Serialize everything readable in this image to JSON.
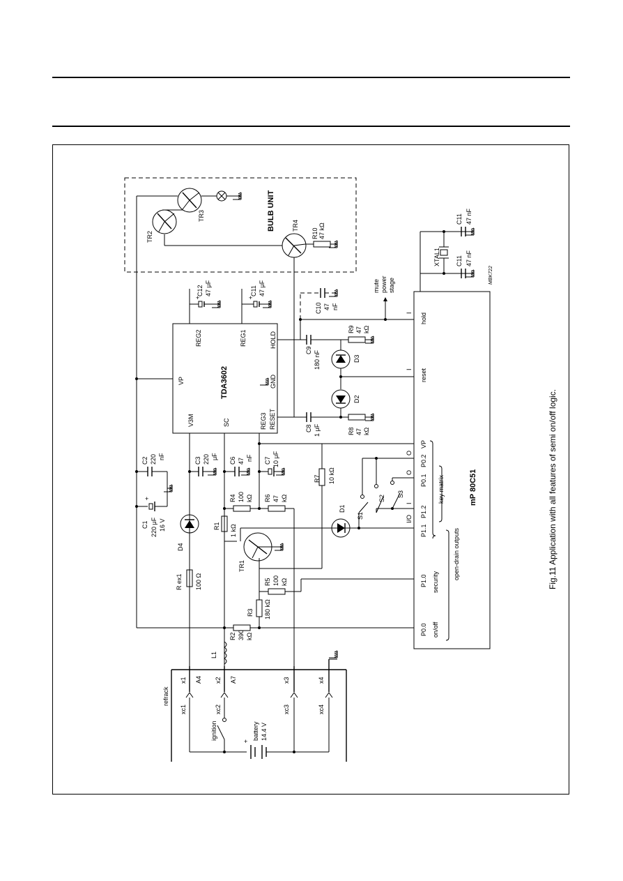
{
  "figure": {
    "caption": "Fig.11  Application with all features of semi on/off logic.",
    "code": "MBK722"
  },
  "ic": {
    "name": "TDA3602",
    "pins": {
      "vp": "VP",
      "v3m": "V3M",
      "reg2": "REG2",
      "reg1": "REG1",
      "hold": "HOLD",
      "gnd": "GND",
      "reset": "RESET",
      "reg3": "REG3",
      "sc": "SC"
    }
  },
  "mcu": {
    "name": "mP  80C51",
    "ports": {
      "p00": "P0.0",
      "p10": "P1.0",
      "p11": "P1.1",
      "p12": "P1.2",
      "p01": "P0.1",
      "p02": "P0.2",
      "vp": "VP",
      "reset": "reset",
      "hold": "hold"
    },
    "groups": {
      "onoff": "on/off",
      "security": "security",
      "opendrain": "open-drain outputs",
      "keymatrix": "key matrix"
    },
    "io": {
      "io_label": "I/O",
      "i": "I",
      "o": "O"
    }
  },
  "bulb": {
    "title": "BULB UNIT",
    "tr2": "TR2",
    "tr3": "TR3",
    "tr4": "TR4",
    "r10": "R10",
    "r10_val": "47 kΩ"
  },
  "connector": {
    "title": "refrack",
    "xc1": "xc1",
    "xc2": "xc2",
    "xc3": "xc3",
    "xc4": "xc4",
    "x1": "x1",
    "x2": "x2",
    "x3": "x3",
    "x4": "x4",
    "a4": "A4",
    "a7": "A7",
    "ignition": "ignition",
    "battery": "battery",
    "battery_val": "14.4 V"
  },
  "components": {
    "c1": "C1",
    "c1_val": "220 μF",
    "c1_v": "16 V",
    "c2": "C2",
    "c2_val": "220",
    "c2_unit": "nF",
    "c3": "C3",
    "c3_val": "220",
    "c3_unit": "μF",
    "c6": "C6",
    "c6_val": "47",
    "c6_unit": "nF",
    "c7": "C7",
    "c7_val": "10 μF",
    "c8": "C8",
    "c8_val": "1 μF",
    "c9": "C9",
    "c9_val": "180 nF",
    "c10": "C10",
    "c10_val": "47",
    "c10_unit": "nF",
    "c11": "C11",
    "c11_val": "47 μF",
    "c11b": "C11",
    "c11b_val": "47 nF",
    "c11c": "C11",
    "c11c_val": "47 nF",
    "c12": "C12",
    "c12_val": "47 μF",
    "d1": "D1",
    "d2": "D2",
    "d3": "D3",
    "d4": "D4",
    "l1": "L1",
    "rex1": "R ex1",
    "rex1_val": "100 Ω",
    "r1": "R1",
    "r1_val": "1 kΩ",
    "r2": "R2",
    "r2_val": "390",
    "r2_unit": "kΩ",
    "r3": "R3",
    "r3_val": "180 kΩ",
    "r4": "R4",
    "r4_val": "100",
    "r4_unit": "kΩ",
    "r5": "R5",
    "r5_val": "100",
    "r5_unit": "kΩ",
    "r6": "R6",
    "r6_val": "47",
    "r6_unit": "kΩ",
    "r7": "R7",
    "r7_val": "10 kΩ",
    "r8": "R8",
    "r8_val": "47",
    "r8_unit": "kΩ",
    "r9": "R9",
    "r9_val": "47",
    "r9_unit": "kΩ",
    "s1": "S1",
    "s2": "S2",
    "s3": "S3",
    "tr1": "TR1",
    "xtal": "XTAL1",
    "mute1": "mute",
    "mute2": "power",
    "mute3": "stage"
  }
}
